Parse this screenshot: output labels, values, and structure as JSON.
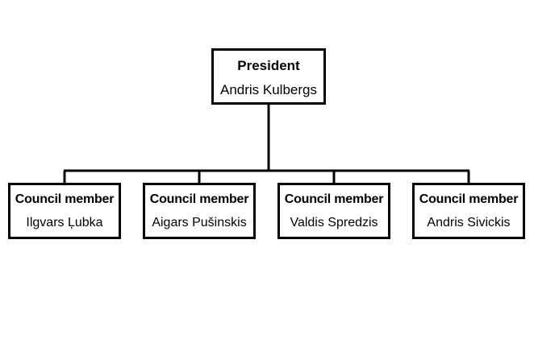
{
  "president": {
    "role": "President",
    "name": "Andris Kulbergs"
  },
  "members": [
    {
      "role": "Council member",
      "name": "Ilgvars Ļubka"
    },
    {
      "role": "Council member",
      "name": "Aigars Pušinskis"
    },
    {
      "role": "Council member",
      "name": "Valdis Spredzis"
    },
    {
      "role": "Council member",
      "name": "Andris Sivickis"
    }
  ],
  "colors": {
    "line": "#000000",
    "box_fill": "#ffffff",
    "text": "#000000"
  }
}
